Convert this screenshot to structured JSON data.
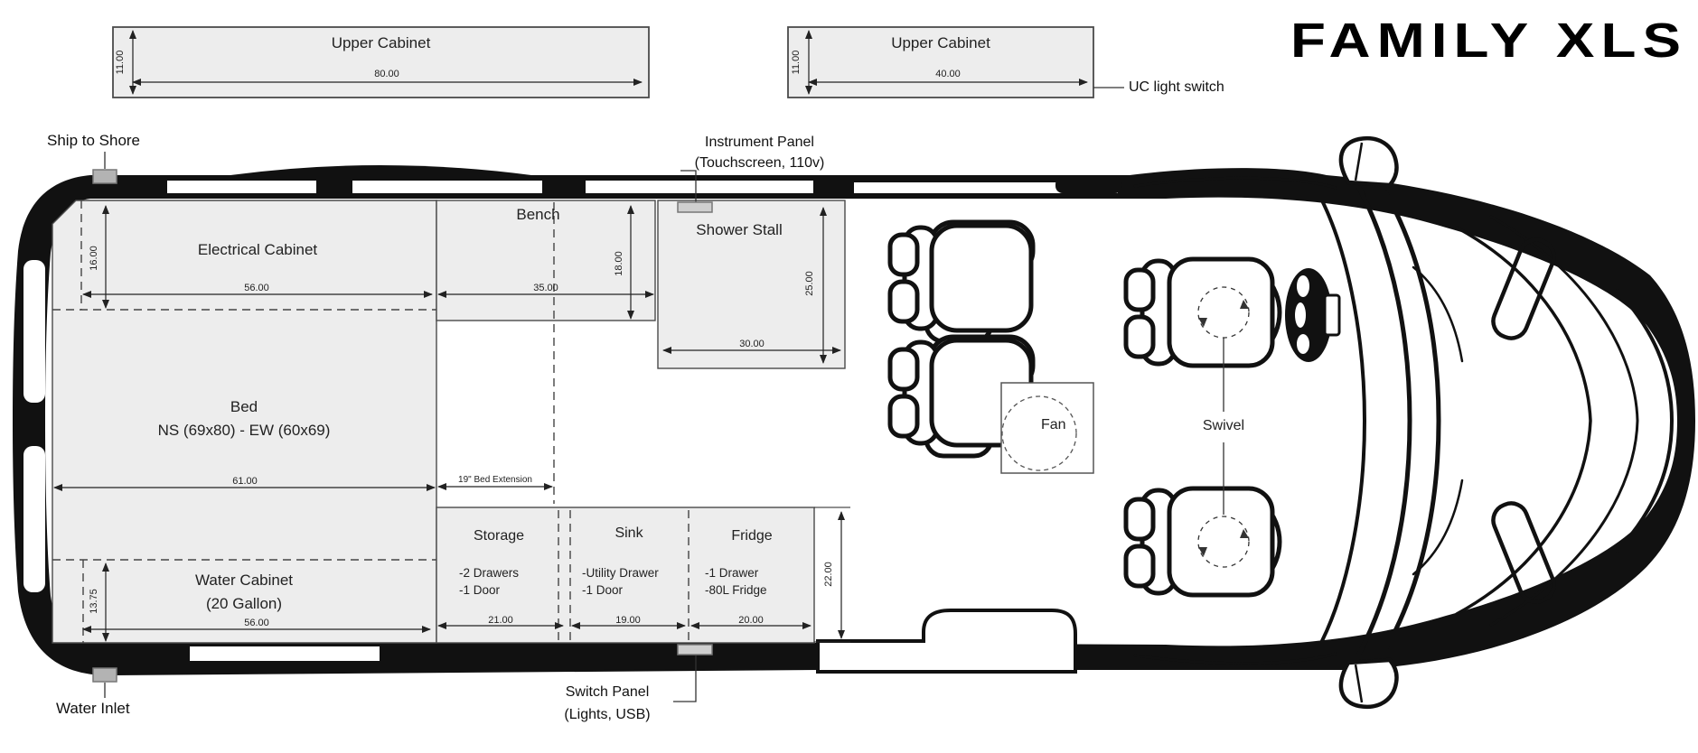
{
  "title": "FAMILY XLS",
  "colors": {
    "cabinet_fill": "#ededed",
    "line": "#111111",
    "dim_line": "#222222",
    "connector": "#b3b3b3"
  },
  "upper_cabinets": {
    "left": {
      "label": "Upper Cabinet",
      "width": "80.00",
      "depth": "11.00"
    },
    "right": {
      "label": "Upper Cabinet",
      "width": "40.00",
      "depth": "11.00"
    }
  },
  "callouts": {
    "uc_light_switch": "UC light switch",
    "ship_to_shore": "Ship to Shore",
    "water_inlet": "Water Inlet",
    "instrument_panel": {
      "line1": "Instrument Panel",
      "line2": "(Touchscreen, 110v)"
    },
    "switch_panel": {
      "line1": "Switch Panel",
      "line2": "(Lights, USB)"
    }
  },
  "interior": {
    "electrical_cabinet": {
      "label": "Electrical Cabinet",
      "width": "56.00",
      "depth": "16.00"
    },
    "bed": {
      "label": "Bed",
      "dimensions": "NS (69x80) - EW (60x69)",
      "width": "61.00"
    },
    "bed_extension": {
      "label": "19\" Bed Extension"
    },
    "water_cabinet": {
      "label": "Water Cabinet",
      "capacity": "(20 Gallon)",
      "width": "56.00",
      "depth": "13.75"
    },
    "bench": {
      "label": "Bench",
      "width": "35.00",
      "depth": "18.00"
    },
    "shower": {
      "label": "Shower Stall",
      "width": "30.00",
      "depth": "25.00"
    },
    "storage": {
      "label": "Storage",
      "features": [
        "-2 Drawers",
        "-1 Door"
      ],
      "width": "21.00"
    },
    "sink": {
      "label": "Sink",
      "features": [
        "-Utility Drawer",
        "-1 Door"
      ],
      "width": "19.00"
    },
    "fridge": {
      "label": "Fridge",
      "features": [
        "-1 Drawer",
        "-80L Fridge"
      ],
      "width": "20.00",
      "depth": "22.00"
    },
    "fan": {
      "label": "Fan"
    },
    "swivel": {
      "label": "Swivel"
    }
  }
}
